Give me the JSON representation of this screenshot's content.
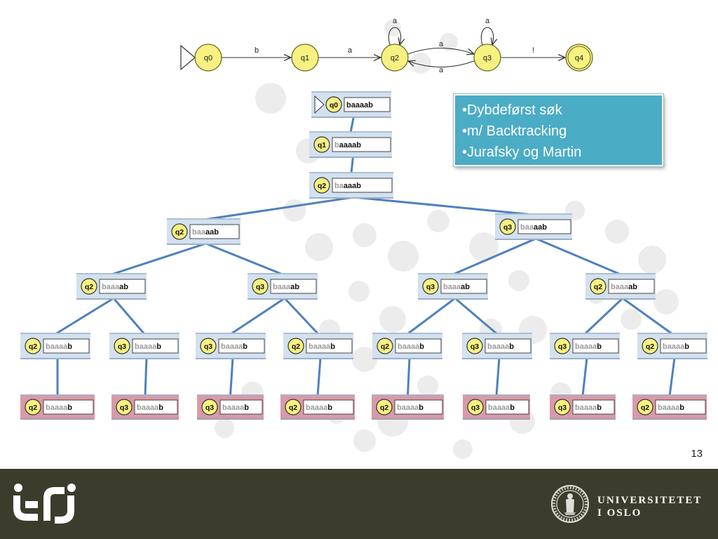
{
  "colors": {
    "state_fill": "#f7f181",
    "state_stroke": "#6b6b2a",
    "tree_line": "#4f81bd",
    "node_panel": "#d3e1ef",
    "node_panel_leaf": "#d89aa8",
    "callout_bg": "#4bacc6",
    "footer_bg": "#3c3c2d",
    "decor_circle": "#ececec"
  },
  "automaton": {
    "states": [
      "q0",
      "q1",
      "q2",
      "q3",
      "q4"
    ],
    "start_state": "q0",
    "accept_state": "q4",
    "transitions": [
      {
        "from": "q0",
        "to": "q1",
        "label": "b"
      },
      {
        "from": "q1",
        "to": "q2",
        "label": "a"
      },
      {
        "from": "q2",
        "to": "q2",
        "label": "a"
      },
      {
        "from": "q2",
        "to": "q3",
        "label": "a"
      },
      {
        "from": "q3",
        "to": "q2",
        "label": "a"
      },
      {
        "from": "q3",
        "to": "q3",
        "label": "a"
      },
      {
        "from": "q3",
        "to": "q4",
        "label": "!"
      }
    ]
  },
  "tree": {
    "input": "baaaab",
    "nodes": [
      {
        "state": "q0",
        "pos": 0
      },
      {
        "state": "q1",
        "pos": 1
      },
      {
        "state": "q2",
        "pos": 2
      },
      {
        "state": "q2",
        "pos": 3
      },
      {
        "state": "q3",
        "pos": 3
      },
      {
        "state": "q2",
        "pos": 4
      },
      {
        "state": "q3",
        "pos": 4
      },
      {
        "state": "q3",
        "pos": 4
      },
      {
        "state": "q2",
        "pos": 4
      },
      {
        "state": "q2",
        "pos": 5
      },
      {
        "state": "q3",
        "pos": 5
      },
      {
        "state": "q3",
        "pos": 5
      },
      {
        "state": "q2",
        "pos": 5
      },
      {
        "state": "q2",
        "pos": 5
      },
      {
        "state": "q3",
        "pos": 5
      },
      {
        "state": "q3",
        "pos": 5
      },
      {
        "state": "q2",
        "pos": 5
      },
      {
        "state": "q2",
        "pos": 5,
        "failed": true
      },
      {
        "state": "q3",
        "pos": 5,
        "failed": true
      },
      {
        "state": "q3",
        "pos": 5,
        "failed": true
      },
      {
        "state": "q2",
        "pos": 5,
        "failed": true
      },
      {
        "state": "q2",
        "pos": 5,
        "failed": true
      },
      {
        "state": "q3",
        "pos": 5,
        "failed": true
      },
      {
        "state": "q3",
        "pos": 5,
        "failed": true
      },
      {
        "state": "q2",
        "pos": 5,
        "failed": true
      }
    ],
    "edges": [
      [
        0,
        1
      ],
      [
        1,
        2
      ],
      [
        2,
        3
      ],
      [
        2,
        4
      ],
      [
        3,
        5
      ],
      [
        3,
        6
      ],
      [
        4,
        7
      ],
      [
        4,
        8
      ],
      [
        5,
        9
      ],
      [
        5,
        10
      ],
      [
        6,
        11
      ],
      [
        6,
        12
      ],
      [
        7,
        13
      ],
      [
        7,
        14
      ],
      [
        8,
        15
      ],
      [
        8,
        16
      ],
      [
        9,
        17
      ],
      [
        10,
        18
      ],
      [
        11,
        19
      ],
      [
        12,
        20
      ],
      [
        13,
        21
      ],
      [
        14,
        22
      ],
      [
        15,
        23
      ],
      [
        16,
        24
      ]
    ]
  },
  "callout": {
    "items": [
      "•Dybdeførst søk",
      "•m/ Backtracking",
      "•Jurafsky og Martin"
    ]
  },
  "page_number": "13",
  "footer": {
    "logo_icon": "ifi-logo-icon",
    "seal_icon": "university-seal-icon",
    "institution_line1": "UNIVERSITETET",
    "institution_line2": "I OSLO"
  }
}
